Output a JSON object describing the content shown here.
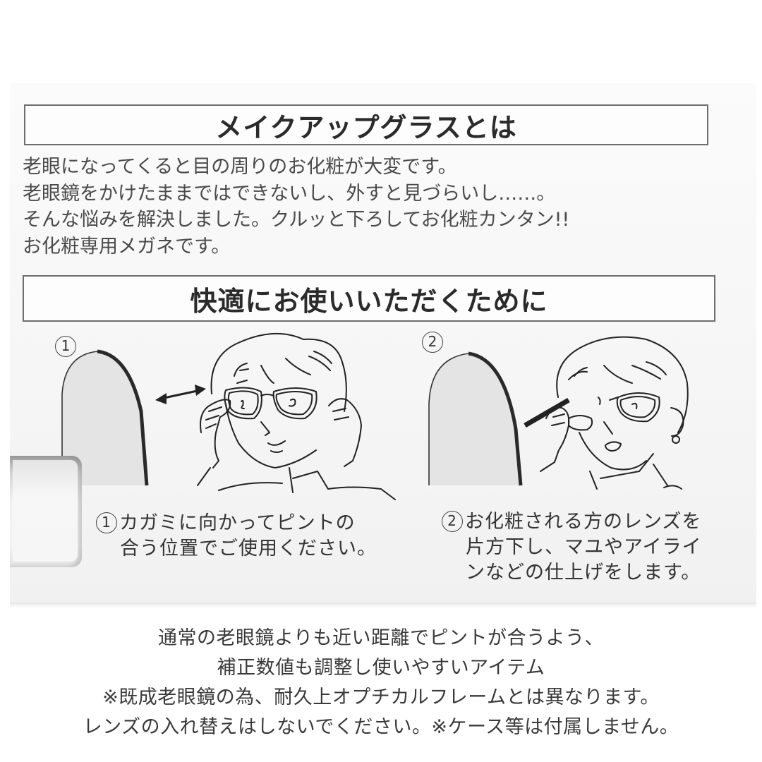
{
  "panel": {
    "heading_1": "メイクアップグラスとは",
    "intro_lines": [
      "老眼になってくると目の周りのお化粧が大変です。",
      "老眼鏡をかけたままではできないし、外すと見づらいし……。",
      "そんな悩みを解決しました。クルッと下ろしてお化粧カンタン!!",
      "お化粧専用メガネです。"
    ],
    "heading_2": "快適にお使いいただくために",
    "steps": [
      {
        "number": "1",
        "illustration": "person-adjusting-glasses-at-mirror",
        "caption_mark": "1",
        "caption_lines": [
          "カガミに向かってピントの",
          "合う位置でご使用ください。"
        ]
      },
      {
        "number": "2",
        "illustration": "woman-applying-eyebrow-with-lens-flipped-down",
        "caption_mark": "2",
        "caption_lines": [
          "お化粧される方のレンズを",
          "片方下し、マユやアイライ",
          "ンなどの仕上げをします。"
        ]
      }
    ]
  },
  "footer": {
    "lines": [
      "通常の老眼鏡よりも近い距離でピントが合うよう、",
      "補正数値も調整し使いやすいアイテム",
      "※既成老眼鏡の為、耐久上オプチカルフレームとは異なります。",
      "レンズの入れ替えはしないでください。※ケース等は付属しません。"
    ]
  },
  "colors": {
    "ink": "#2b2b2b",
    "mirror_fill": "#e4e4e4",
    "mirror_edge": "#333333",
    "panel_bg": "#f7f7f7"
  }
}
